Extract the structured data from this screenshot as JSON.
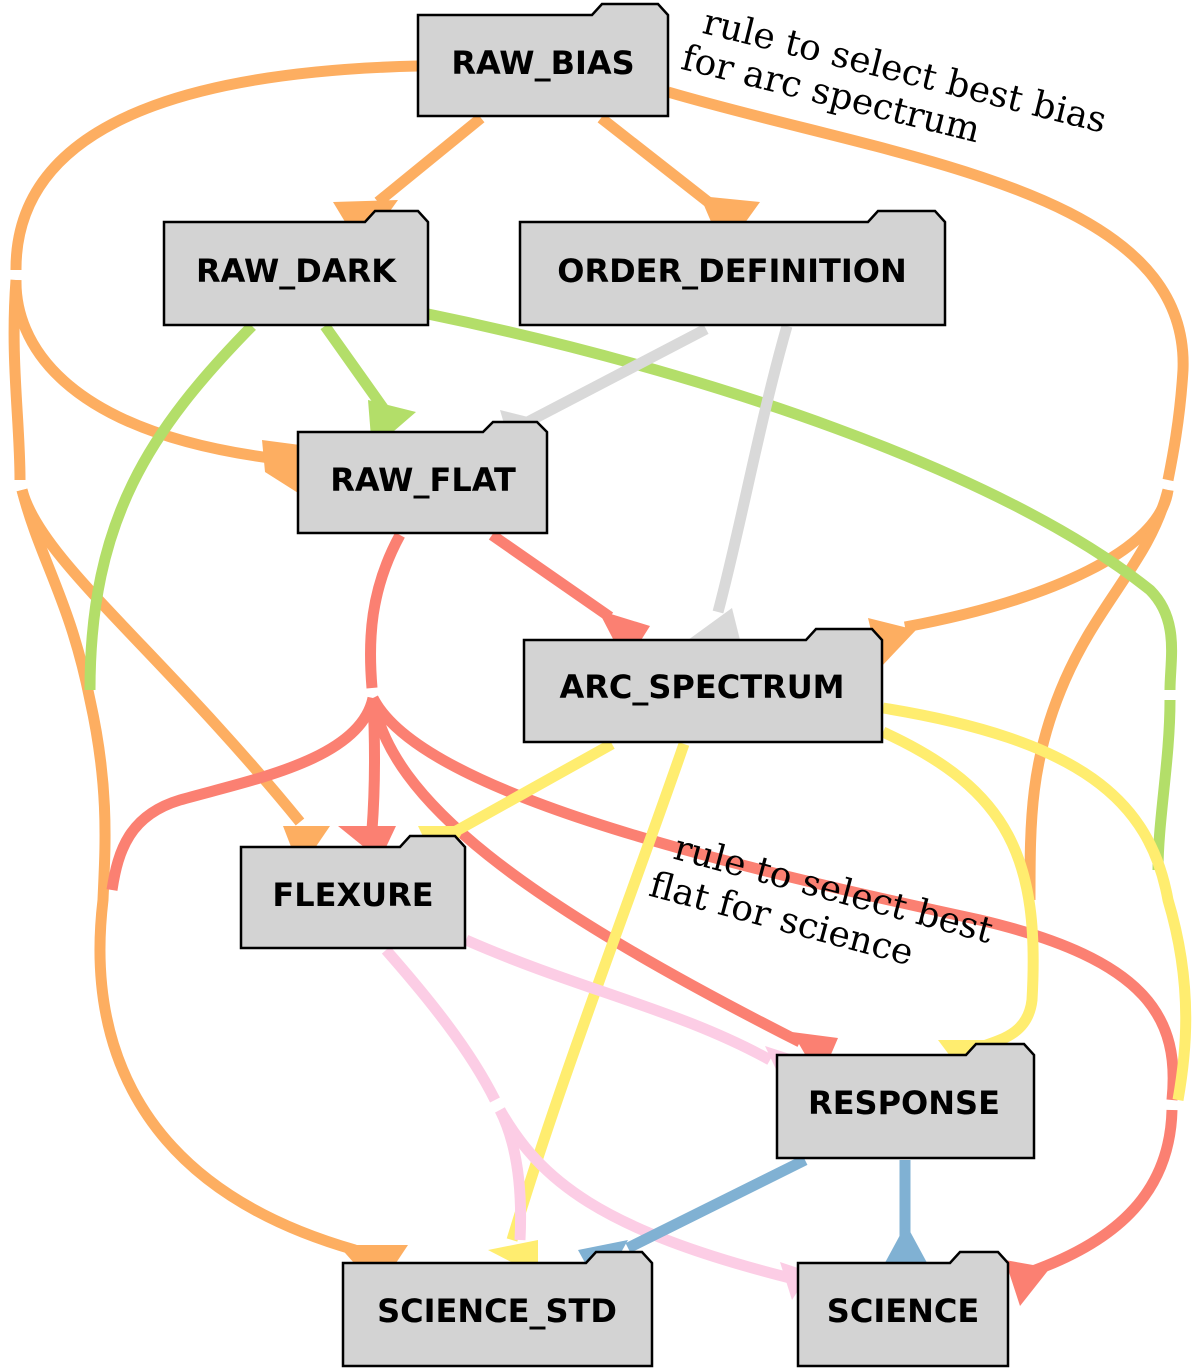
{
  "colors": {
    "orange": "#fdae61",
    "green": "#b3de69",
    "gray": "#d9d9d9",
    "red": "#fb8072",
    "yellow": "#ffed6f",
    "pink": "#fccde5",
    "blue": "#80b1d3",
    "node_fill": "#d3d3d3"
  },
  "nodes": {
    "raw_bias": "RAW_BIAS",
    "raw_dark": "RAW_DARK",
    "order_definition": "ORDER_DEFINITION",
    "raw_flat": "RAW_FLAT",
    "arc_spectrum": "ARC_SPECTRUM",
    "flexure": "FLEXURE",
    "response": "RESPONSE",
    "science_std": "SCIENCE_STD",
    "science": "SCIENCE"
  },
  "annotations": {
    "bias_rule_line1": "rule to select best bias",
    "bias_rule_line2": "for arc spectrum",
    "flat_rule_line1": "rule to select best",
    "flat_rule_line2": "flat for science"
  },
  "edges": [
    {
      "from": "RAW_BIAS",
      "to": "RAW_DARK",
      "color": "orange"
    },
    {
      "from": "RAW_BIAS",
      "to": "ORDER_DEFINITION",
      "color": "orange"
    },
    {
      "from": "RAW_BIAS",
      "to": "RAW_FLAT",
      "color": "orange"
    },
    {
      "from": "RAW_BIAS",
      "to": "FLEXURE",
      "color": "orange"
    },
    {
      "from": "RAW_BIAS",
      "to": "SCIENCE_STD",
      "color": "orange"
    },
    {
      "from": "RAW_BIAS",
      "to": "ARC_SPECTRUM",
      "color": "orange"
    },
    {
      "from": "RAW_BIAS",
      "to": "SCIENCE",
      "color": "orange"
    },
    {
      "from": "RAW_DARK",
      "to": "RAW_FLAT",
      "color": "green"
    },
    {
      "from": "RAW_DARK",
      "to": "SCIENCE_STD",
      "color": "green"
    },
    {
      "from": "RAW_DARK",
      "to": "SCIENCE",
      "color": "green"
    },
    {
      "from": "ORDER_DEFINITION",
      "to": "RAW_FLAT",
      "color": "gray"
    },
    {
      "from": "ORDER_DEFINITION",
      "to": "ARC_SPECTRUM",
      "color": "gray"
    },
    {
      "from": "RAW_FLAT",
      "to": "ARC_SPECTRUM",
      "color": "red"
    },
    {
      "from": "RAW_FLAT",
      "to": "FLEXURE",
      "color": "red"
    },
    {
      "from": "RAW_FLAT",
      "to": "RESPONSE",
      "color": "red"
    },
    {
      "from": "RAW_FLAT",
      "to": "SCIENCE",
      "color": "red"
    },
    {
      "from": "RAW_FLAT",
      "to": "SCIENCE_STD",
      "color": "red"
    },
    {
      "from": "ARC_SPECTRUM",
      "to": "FLEXURE",
      "color": "yellow"
    },
    {
      "from": "ARC_SPECTRUM",
      "to": "SCIENCE_STD",
      "color": "yellow"
    },
    {
      "from": "ARC_SPECTRUM",
      "to": "RESPONSE",
      "color": "yellow"
    },
    {
      "from": "ARC_SPECTRUM",
      "to": "SCIENCE",
      "color": "yellow"
    },
    {
      "from": "FLEXURE",
      "to": "RESPONSE",
      "color": "pink"
    },
    {
      "from": "FLEXURE",
      "to": "SCIENCE_STD",
      "color": "pink"
    },
    {
      "from": "FLEXURE",
      "to": "SCIENCE",
      "color": "pink"
    },
    {
      "from": "RESPONSE",
      "to": "SCIENCE_STD",
      "color": "blue"
    },
    {
      "from": "RESPONSE",
      "to": "SCIENCE",
      "color": "blue"
    }
  ]
}
